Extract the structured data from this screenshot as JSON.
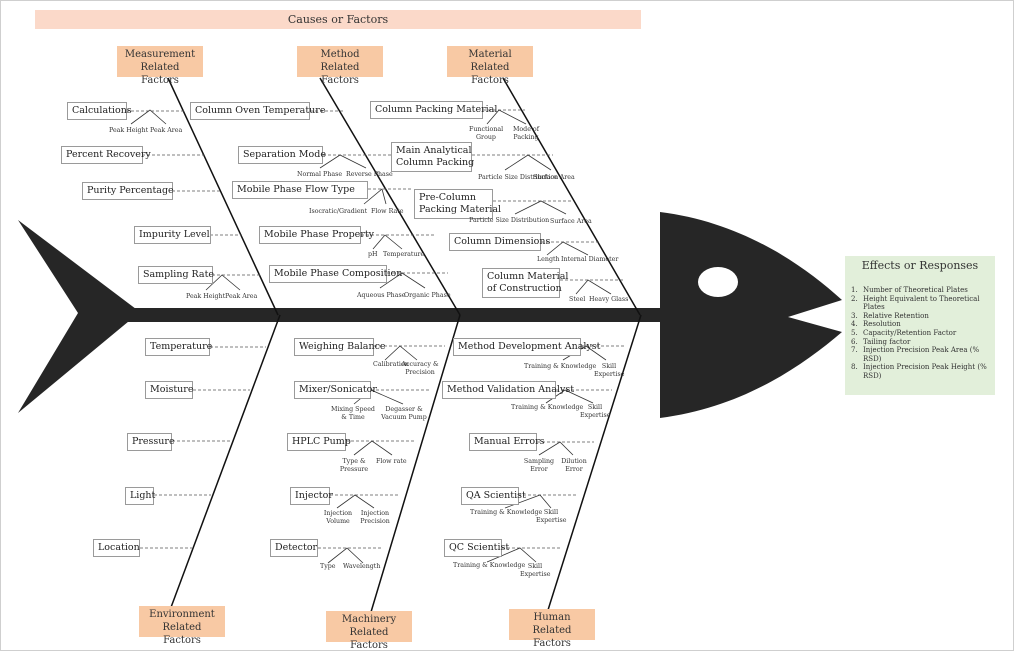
{
  "causes_title": "Causes or Factors",
  "effects": {
    "title": "Effects or Responses",
    "items": [
      {
        "num": "1.",
        "text": "Number of Theoretical Plates"
      },
      {
        "num": "2.",
        "text": "Height Equivalent to Theoretical Plates"
      },
      {
        "num": "3.",
        "text": "Relative Retention"
      },
      {
        "num": "4.",
        "text": "Resolution"
      },
      {
        "num": "5.",
        "text": "Capacity/Retention Factor"
      },
      {
        "num": "6.",
        "text": "Tailing factor"
      },
      {
        "num": "7.",
        "text": "Injection Precision Peak Area (% RSD)"
      },
      {
        "num": "8.",
        "text": "Injection Precision Peak Height (% RSD)"
      }
    ]
  },
  "categories": {
    "measurement": {
      "line1": "Measurement",
      "line2": "Related Factors"
    },
    "method": {
      "line1": "Method",
      "line2": "Related Factors"
    },
    "material": {
      "line1": "Material",
      "line2": "Related Factors"
    },
    "environment": {
      "line1": "Environment",
      "line2": "Related Factors"
    },
    "machinery": {
      "line1": "Machinery",
      "line2": "Related Factors"
    },
    "human": {
      "line1": "Human",
      "line2": "Related Factors"
    }
  },
  "measurement": {
    "calculations": {
      "label": "Calculations",
      "subs": [
        "Peak Height",
        "Peak Area"
      ]
    },
    "percent_recovery": {
      "label": "Percent Recovery"
    },
    "purity_percentage": {
      "label": "Purity Percentage"
    },
    "impurity_level": {
      "label": "Impurity Level"
    },
    "sampling_rate": {
      "label": "Sampling Rate",
      "subs": [
        "Peak Height",
        "Peak Area"
      ]
    }
  },
  "method": {
    "column_oven_temperature": {
      "label": "Column Oven Temperature"
    },
    "separation_mode": {
      "label": "Separation Mode",
      "subs": [
        "Normal Phase",
        "Reverse Phase"
      ]
    },
    "mobile_phase_flow_type": {
      "label": "Mobile Phase Flow Type",
      "subs": [
        "Isocratic/Gradient",
        "Flow Rate"
      ]
    },
    "mobile_phase_property": {
      "label": "Mobile Phase Property",
      "subs": [
        "pH",
        "Temperature"
      ]
    },
    "mobile_phase_composition": {
      "label": "Mobile Phase Composition",
      "subs": [
        "Aqueous Phase",
        "Organic Phase"
      ]
    }
  },
  "material": {
    "column_packing_material": {
      "label": "Column Packing Material",
      "subs": [
        "Functional Group",
        "Mode of Packing"
      ]
    },
    "main_analytical_column_packing": {
      "line1": "Main Analytical",
      "line2": "Column Packing",
      "subs": [
        "Particle Size Distribution",
        "Surface Area"
      ]
    },
    "pre_column_packing_material": {
      "line1": "Pre-Column",
      "line2": "Packing Material",
      "subs": [
        "Particle Size Distribution",
        "Surface Area"
      ]
    },
    "column_dimensions": {
      "label": "Column Dimensions",
      "subs": [
        "Length",
        "Internal Diameter"
      ]
    },
    "column_material_of_construction": {
      "line1": "Column Material",
      "line2": "of Construction",
      "subs": [
        "Steel",
        "Heavy Glass"
      ]
    }
  },
  "environment": {
    "temperature": {
      "label": "Temperature"
    },
    "moisture": {
      "label": "Moisture"
    },
    "pressure": {
      "label": "Pressure"
    },
    "light": {
      "label": "Light"
    },
    "location": {
      "label": "Location"
    }
  },
  "machinery": {
    "weighing_balance": {
      "label": "Weighing Balance",
      "subs": [
        "Calibration",
        "Accuracy & Precision"
      ]
    },
    "mixer_sonicator": {
      "label": "Mixer/Sonicator",
      "subs": [
        "Mixing Speed & Time",
        "Degasser & Vacuum Pump"
      ]
    },
    "hplc_pump": {
      "label": "HPLC Pump",
      "subs": [
        "Type & Pressure",
        "Flow rate"
      ]
    },
    "injector": {
      "label": "Injector",
      "subs": [
        "Injection Volume",
        "Injection Precision"
      ]
    },
    "detector": {
      "label": "Detector",
      "subs": [
        "Type",
        "Wavelength"
      ]
    }
  },
  "human": {
    "method_development_analyst": {
      "label": "Method Development Analyst",
      "subs": [
        "Training & Knowledge",
        "Skill Expertise"
      ]
    },
    "method_validation_analyst": {
      "label": "Method Validation Analyst",
      "subs": [
        "Training & Knowledge",
        "Skill Expertise"
      ]
    },
    "manual_errors": {
      "label": "Manual Errors",
      "subs": [
        "Sampling Error",
        "Dilution Error"
      ]
    },
    "qa_scientist": {
      "label": "QA Scientist",
      "subs": [
        "Training & Knowledge",
        "Skill Expertise"
      ]
    },
    "qc_scientist": {
      "label": "QC Scientist",
      "subs": [
        "Training & Knowledge",
        "Skill Expertise"
      ]
    }
  }
}
